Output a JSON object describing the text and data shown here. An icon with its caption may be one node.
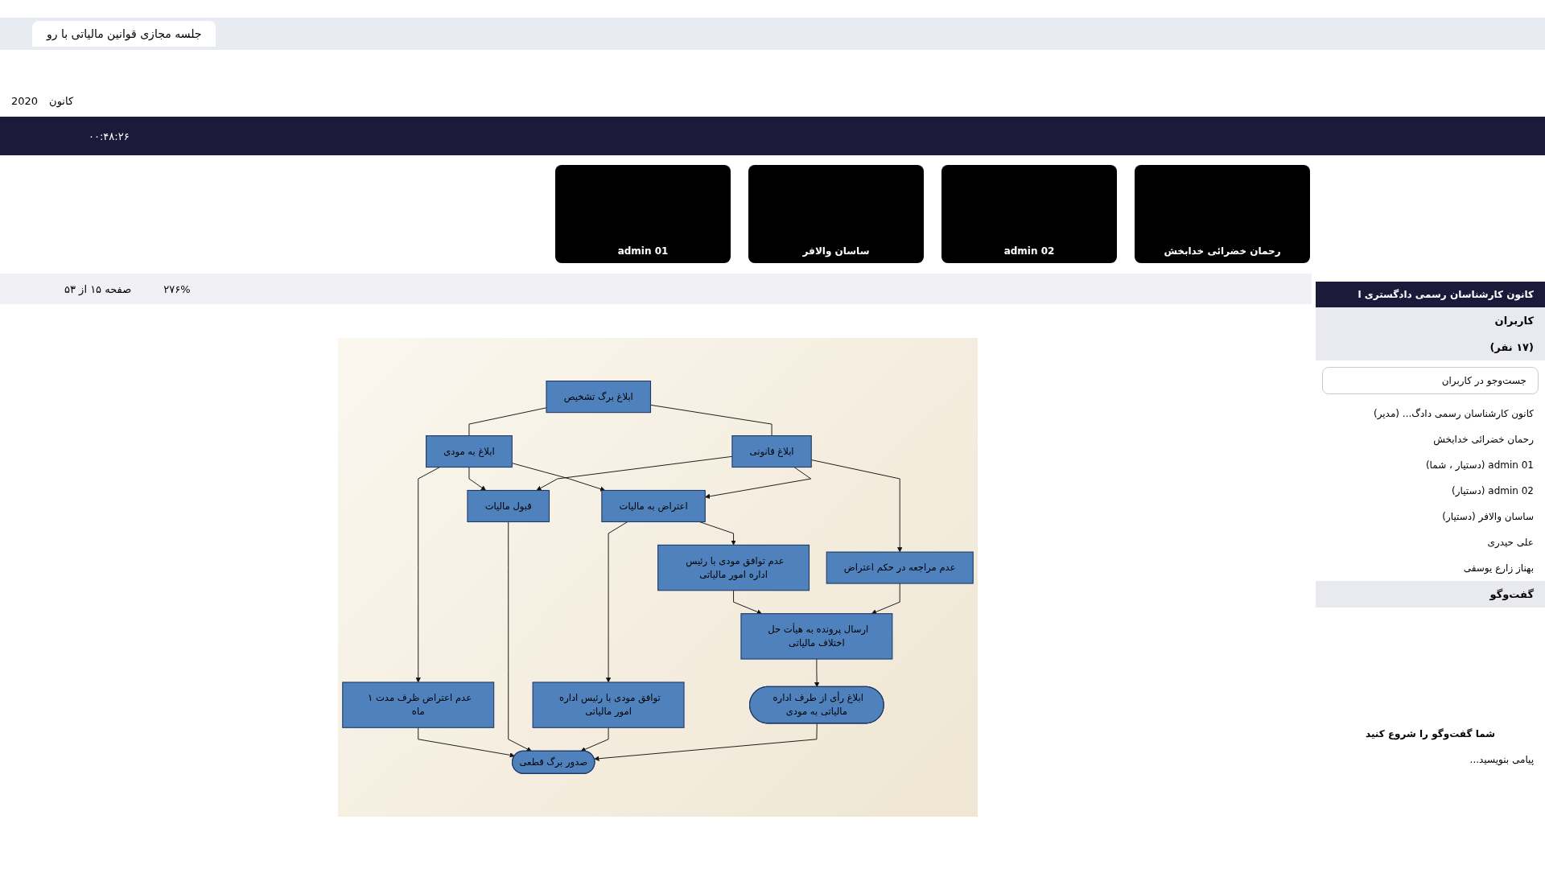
{
  "diagram": {
    "nodes": [
      {
        "text": [
          "ابلاغ برگ تشخیص"
        ]
      },
      {
        "text": [
          "ابلاغ به مودی"
        ]
      },
      {
        "text": [
          "ابلاغ قانونی"
        ]
      },
      {
        "text": [
          "عدم اعتراض ظرف مدت ۱ ماه"
        ]
      },
      {
        "text": [
          "قبول مالیات"
        ]
      },
      {
        "text": [
          "اعتراض به مالیات"
        ]
      },
      {
        "text": [
          "عدم مراجعه در حکم اعتراض"
        ]
      },
      {
        "text": [
          "عدم توافق مودی با رئیس اداره امور مالیاتی"
        ]
      },
      {
        "text": [
          "توافق مودی با رئیس اداره امور مالیاتی"
        ]
      },
      {
        "text": [
          "ارسال پرونده به هیأت حل اختلاف مالیاتی"
        ]
      },
      {
        "text": [
          "ابلاغ رأی از طرف اداره مالیاتی به مودی"
        ]
      },
      {
        "text": [
          "صدور برگ قطعی"
        ]
      }
    ],
    "edges": [
      {
        "from": 0,
        "to": 1,
        "arrow": "none"
      },
      {
        "from": 0,
        "to": 2,
        "arrow": "none"
      },
      {
        "from": 1,
        "to": 3,
        "arrow": "to"
      },
      {
        "from": 1,
        "to": 4,
        "arrow": "to"
      },
      {
        "from": 1,
        "to": 5,
        "arrow": "to"
      },
      {
        "from": 2,
        "to": 4,
        "arrow": "to"
      },
      {
        "from": 2,
        "to": 5,
        "arrow": "to"
      },
      {
        "from": 2,
        "to": 6,
        "arrow": "to"
      },
      {
        "from": 3,
        "to": 11,
        "arrow": "to"
      },
      {
        "from": 4,
        "to": 11,
        "arrow": "to"
      },
      {
        "from": 5,
        "to": 8,
        "arrow": "to"
      },
      {
        "from": 5,
        "to": 7,
        "arrow": "to"
      },
      {
        "from": 7,
        "to": 9,
        "arrow": "to"
      },
      {
        "from": 6,
        "to": 9,
        "arrow": "to"
      },
      {
        "from": 8,
        "to": 11,
        "arrow": "to"
      },
      {
        "from": 9,
        "to": 10,
        "arrow": "to"
      },
      {
        "from": 10,
        "to": 11,
        "arrow": "to"
      }
    ],
    "labels": [
      "جلسه مجازی قوانین مالیاتی با رو",
      "2020",
      "کانون",
      "۰۰:۴۸:۲۶",
      "رحمان خضرائی خدابخش",
      "admin 02",
      "ساسان والافر",
      "admin 01",
      "صفحه ۱۵ از ۵۳",
      "۲۷۶%",
      "کانون کارشناسان رسمی دادگستری ا",
      "کاربران",
      "(۱۷ نفر)",
      "جست‌وجو در کاربران",
      "کانون کارشناسان رسمی دادگ... (مدیر)",
      "رحمان خضرائی خدابخش",
      "admin 01 (دستیار ، شما)",
      "admin 02 (دستیار)",
      "ساسان والافر (دستیار)",
      "علی حیدری",
      "بهناز زارع یوسفی",
      "گفت‌وگو",
      "شما گفت‌وگو را شروع کنید",
      "پیامی بنویسید..."
    ]
  }
}
